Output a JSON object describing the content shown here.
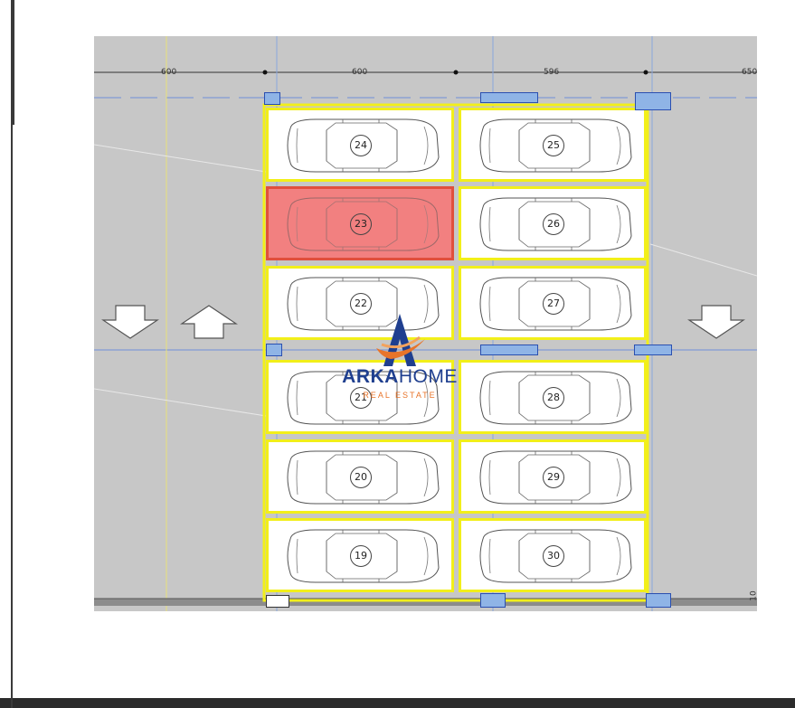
{
  "dimensions": {
    "d1": "600",
    "d2": "600",
    "d3": "596",
    "d4": "650",
    "side": "10"
  },
  "slots": [
    {
      "id": "24",
      "status": "available"
    },
    {
      "id": "25",
      "status": "available"
    },
    {
      "id": "23",
      "status": "sold"
    },
    {
      "id": "26",
      "status": "available"
    },
    {
      "id": "22",
      "status": "available"
    },
    {
      "id": "27",
      "status": "available"
    },
    {
      "id": "21",
      "status": "available"
    },
    {
      "id": "28",
      "status": "available"
    },
    {
      "id": "20",
      "status": "available"
    },
    {
      "id": "29",
      "status": "available"
    },
    {
      "id": "19",
      "status": "available"
    },
    {
      "id": "30",
      "status": "available"
    }
  ],
  "watermark": {
    "brand_bold": "ARKA",
    "brand_light": "HOME",
    "sub": "REAL ESTATE"
  },
  "colors": {
    "slot_border": "#f2ef1a",
    "sold_fill": "#f28080",
    "column_pad": "#8fb4e6",
    "brand_blue": "#1f3f8f",
    "brand_orange": "#e8742a"
  },
  "icons": [
    "arrow-down-icon",
    "arrow-up-icon",
    "car-icon"
  ]
}
